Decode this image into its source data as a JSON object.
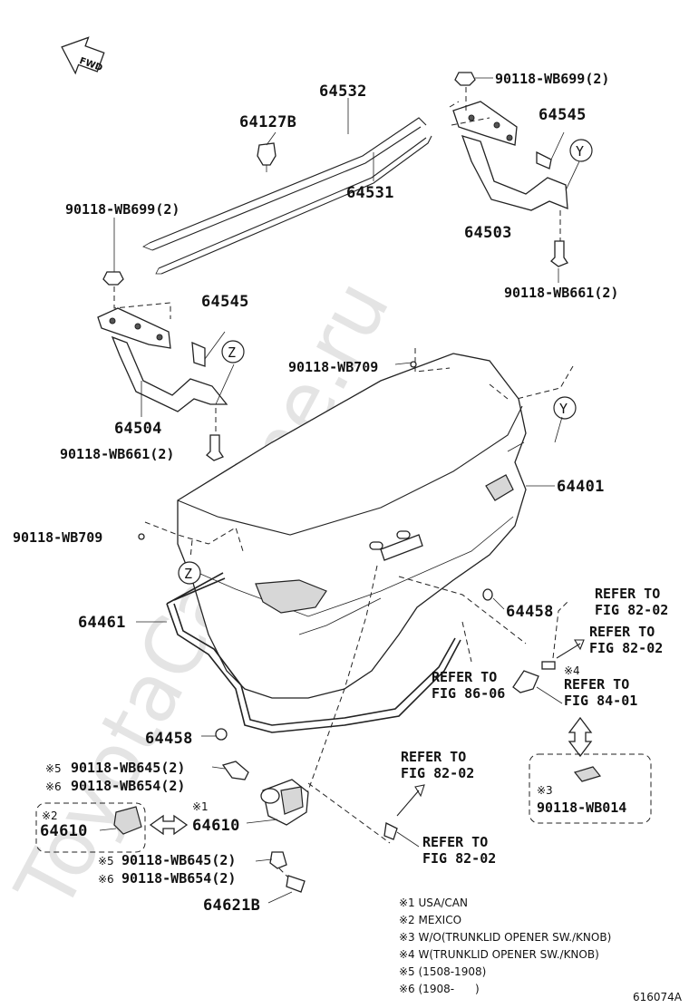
{
  "watermark": "ToyotaCarMine.ru",
  "fwd_label": "FWD",
  "figure_code": "616074A",
  "callouts": {
    "y": "Y",
    "z": "Z"
  },
  "parts": {
    "p64532": "64532",
    "p64127b": "64127B",
    "p64531": "64531",
    "p90118_wb699_top_right": "90118-WB699(2)",
    "p64545_right": "64545",
    "p64503": "64503",
    "p90118_wb661_right": "90118-WB661(2)",
    "p90118_wb699_left": "90118-WB699(2)",
    "p64545_left": "64545",
    "p64504": "64504",
    "p90118_wb661_left": "90118-WB661(2)",
    "p90118_wb709_upper": "90118-WB709",
    "p64401": "64401",
    "p90118_wb709_left": "90118-WB709",
    "p64461": "64461",
    "p64458_right": "64458",
    "p64458_left": "64458",
    "p90118_wb645_a": "90118-WB645(2)",
    "p90118_wb654_a": "90118-WB654(2)",
    "p64610_mex": "64610",
    "p64610_usa": "64610",
    "p90118_wb645_b": "90118-WB645(2)",
    "p90118_wb654_b": "90118-WB654(2)",
    "p64621b": "64621B",
    "p90118_wb014": "90118-WB014"
  },
  "marks": {
    "m5a": "※5",
    "m6a": "※6",
    "m2": "※2",
    "m1": "※1",
    "m5b": "※5",
    "m6b": "※6",
    "m3": "※3",
    "m4": "※4"
  },
  "refs": {
    "ref_82_02_a_l1": "REFER TO",
    "ref_82_02_a_l2": "FIG 82-02",
    "ref_82_02_b_l1": "REFER TO",
    "ref_82_02_b_l2": "FIG 82-02",
    "ref_84_01_l1": "REFER TO",
    "ref_84_01_l2": "FIG 84-01",
    "ref_86_06_l1": "REFER TO",
    "ref_86_06_l2": "FIG 86-06",
    "ref_82_02_c_l1": "REFER TO",
    "ref_82_02_c_l2": "FIG 82-02",
    "ref_82_02_d_l1": "REFER TO",
    "ref_82_02_d_l2": "FIG 82-02"
  },
  "legend": [
    "※1 USA/CAN",
    "※2 MEXICO",
    "※3 W/O(TRUNKLID OPENER SW./KNOB)",
    "※4 W(TRUNKLID OPENER SW./KNOB)",
    "※5 (1508-1908)",
    "※6 (1908-      )"
  ]
}
